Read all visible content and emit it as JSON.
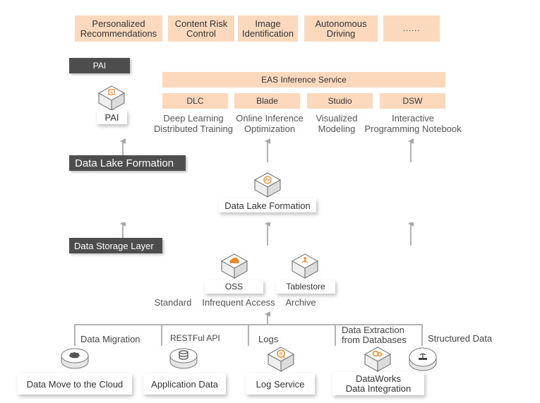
{
  "applications": {
    "items": [
      {
        "label": "Personalized Recommendations",
        "line1": "Personalized",
        "line2": "Recommendations"
      },
      {
        "label": "Content Risk Control",
        "line1": "Content Risk",
        "line2": "Control"
      },
      {
        "label": "Image Identification",
        "line1": "Image",
        "line2": "Identification"
      },
      {
        "label": "Autonomous Driving",
        "line1": "Autonomous",
        "line2": "Driving"
      },
      {
        "label": "......",
        "line1": "......",
        "line2": ""
      }
    ]
  },
  "pai_layer": {
    "tag": "PAI",
    "product_label": "PAI",
    "product_icon": "pai-icon",
    "eas": "EAS Inference Service",
    "modules": [
      {
        "name": "DLC",
        "desc1": "Deep Learning",
        "desc2": "Distributed Training"
      },
      {
        "name": "Blade",
        "desc1": "Online Inference",
        "desc2": "Optimization"
      },
      {
        "name": "Studio",
        "desc1": "Visualized",
        "desc2": "Modeling"
      },
      {
        "name": "DSW",
        "desc1": "Interactive",
        "desc2": "Programming Notebook"
      }
    ]
  },
  "dlf_layer": {
    "tag": "Data Lake Formation",
    "product_label": "Data Lake Formation",
    "product_icon": "data-lake-formation-icon"
  },
  "storage_layer": {
    "tag": "Data Storage Layer",
    "products": [
      {
        "label": "OSS",
        "icon": "oss-cloud-icon"
      },
      {
        "label": "Tablestore",
        "icon": "tablestore-icon"
      }
    ],
    "storage_classes": [
      "Standard",
      "Infrequent Access",
      "Archive"
    ]
  },
  "sources": {
    "channels": [
      {
        "label": "Data Migration"
      },
      {
        "label": "RESTFul API"
      },
      {
        "label": "Logs"
      },
      {
        "label1": "Data Extraction",
        "label2": "from Databases"
      }
    ],
    "structured_label": "Structured Data",
    "items": [
      {
        "label": "Data Move to the Cloud",
        "icon": "cloud-migration-icon"
      },
      {
        "label": "Application Data",
        "icon": "database-icon"
      },
      {
        "label": "Log Service",
        "icon": "log-service-icon"
      },
      {
        "label1": "DataWorks",
        "label2": "Data Integration",
        "icon": "dataworks-icon"
      },
      {
        "icon": "router-icon"
      }
    ]
  },
  "colors": {
    "accent_fill": "#fcd9bd",
    "accent_icon": "#f08a2c",
    "tag_bg": "#4d4d4d",
    "connector": "#b3b3b3"
  }
}
